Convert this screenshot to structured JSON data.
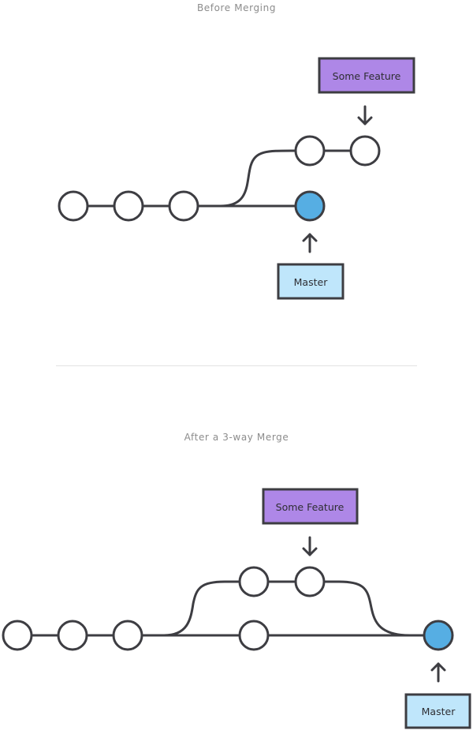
{
  "before": {
    "caption": "Before Merging",
    "feature_label": "Some Feature",
    "master_label": "Master"
  },
  "after": {
    "caption": "After a 3-way Merge",
    "feature_label": "Some Feature",
    "master_label": "Master"
  },
  "colors": {
    "stroke": "#3d3d42",
    "commit_fill": "#ffffff",
    "head_commit_fill": "#56aee3",
    "feature_box": "#ae87e7",
    "master_box": "#bfe6fb",
    "caption": "#8c8c8c",
    "divider": "#e2e2e2"
  },
  "icons": {
    "pointer": "arrow-icon"
  }
}
